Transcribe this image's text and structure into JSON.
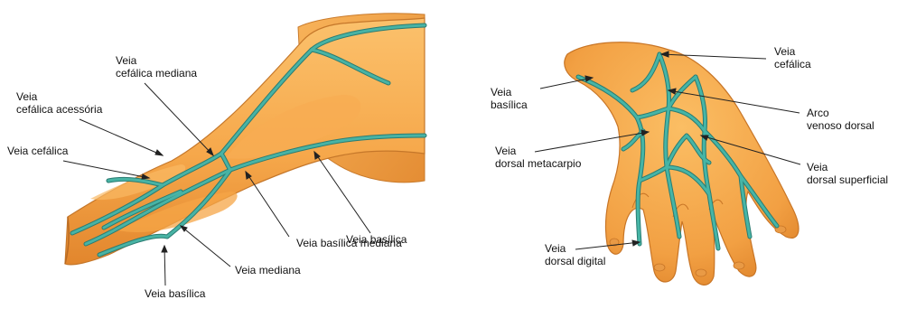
{
  "arm_labels": {
    "veia_cefalica_mediana": [
      "Veia",
      "cefálica mediana"
    ],
    "veia_cefalica_acessoria": [
      "Veia",
      "cefálica acessória"
    ],
    "veia_cefalica": "Veia cefálica",
    "veia_basilica_upper": "Veia basílica",
    "veia_basilica_mediana": "Veia basílica mediana",
    "veia_mediana": "Veia mediana",
    "veia_basilica_lower": "Veia basílica"
  },
  "hand_labels": {
    "veia_cefalica": [
      "Veia",
      "cefálica"
    ],
    "veia_basilica": [
      "Veia",
      "basílica"
    ],
    "arco_venoso_dorsal": [
      "Arco",
      "venoso dorsal"
    ],
    "veia_dorsal_metacarpio": [
      "Veia",
      "dorsal metacarpio"
    ],
    "veia_dorsal_superficial": [
      "Veia",
      "dorsal superficial"
    ],
    "veia_dorsal_digital": [
      "Veia",
      "dorsal digital"
    ]
  },
  "colors": {
    "skin_light": "#f9b85c",
    "skin_dark": "#e38a2e",
    "vein": "#3fa89a",
    "vein_dark": "#2a7c72",
    "line": "#222222"
  }
}
